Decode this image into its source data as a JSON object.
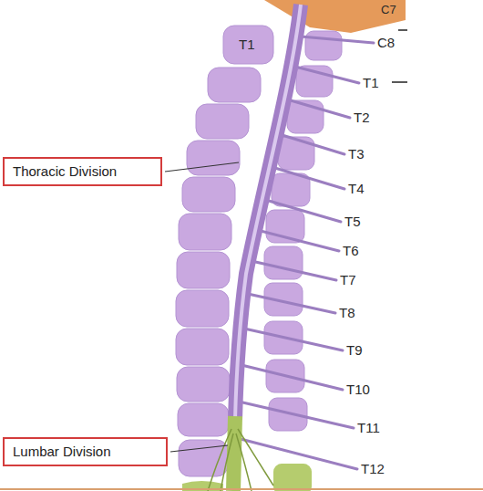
{
  "diagram": {
    "nodes": [
      {
        "text": [
          "Thoracic Division"
        ]
      },
      {
        "text": [
          "Lumbar Division"
        ]
      }
    ],
    "labels": [
      "C7",
      "T1",
      "C8",
      "T1",
      "T2",
      "T3",
      "T4",
      "T5",
      "T6",
      "T7",
      "T8",
      "T9",
      "T10",
      "T11",
      "T12"
    ]
  }
}
